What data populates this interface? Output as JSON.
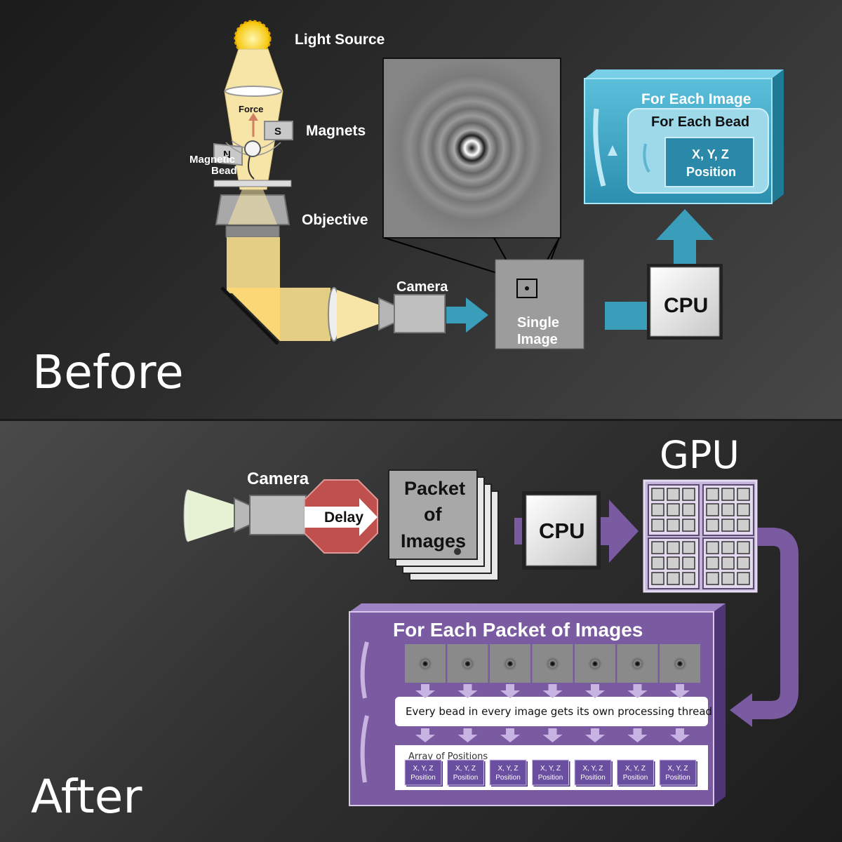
{
  "before": {
    "title": "Before",
    "labels": {
      "light_source": "Light Source",
      "force": "Force",
      "magnet_n": "N",
      "magnet_s": "S",
      "magnets": "Magnets",
      "magnetic_bead_1": "Magnetic",
      "magnetic_bead_2": "Bead",
      "objective": "Objective",
      "camera": "Camera",
      "single_image_1": "Single",
      "single_image_2": "Image",
      "cpu": "CPU"
    },
    "loop_box": {
      "outer_title": "For Each Image",
      "inner_title": "For Each Bead",
      "position_1": "X, Y, Z",
      "position_2": "Position"
    },
    "accent": "#3a9dba"
  },
  "after": {
    "title": "After",
    "labels": {
      "camera": "Camera",
      "delay": "Delay",
      "packet_1": "Packet",
      "packet_2": "of",
      "packet_3": "Images",
      "cpu": "CPU",
      "gpu": "GPU"
    },
    "loop_box": {
      "title": "For Each Packet of Images",
      "thread_text": "Every bead in every image gets its own processing thread",
      "array_label": "Array of Positions",
      "position_1": "X, Y, Z",
      "position_2": "Position"
    },
    "accent": "#7a5aa0"
  }
}
